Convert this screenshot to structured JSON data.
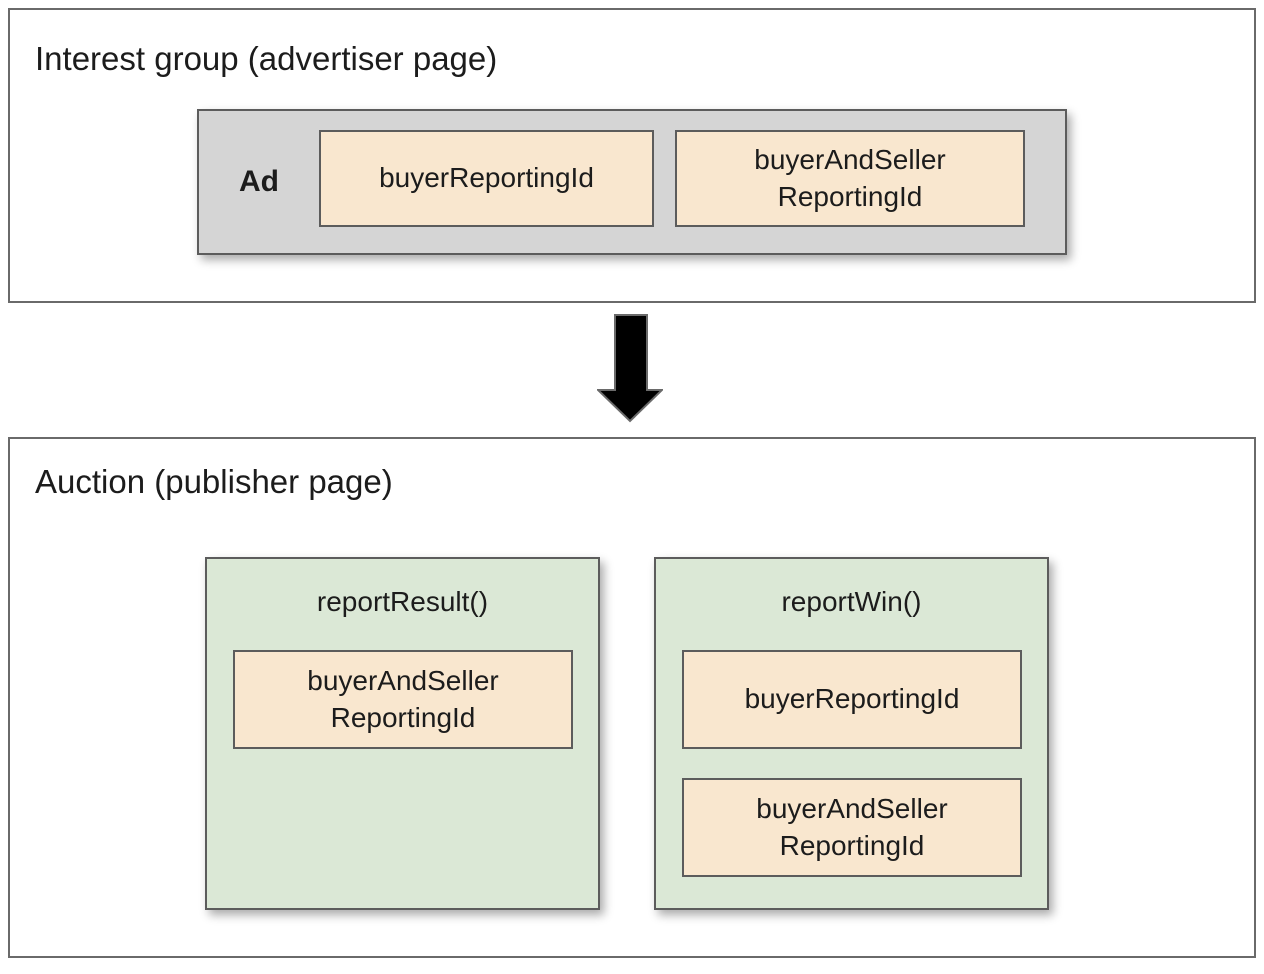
{
  "interest_group": {
    "title": "Interest group (advertiser page)",
    "ad": {
      "label": "Ad",
      "fields": [
        "buyerReportingId",
        "buyerAndSeller\nReportingId"
      ]
    }
  },
  "arrow": {
    "icon": "down-arrow"
  },
  "auction": {
    "title": "Auction (publisher page)",
    "functions": [
      {
        "name": "reportResult()",
        "fields": [
          "buyerAndSeller\nReportingId"
        ]
      },
      {
        "name": "reportWin()",
        "fields": [
          "buyerReportingId",
          "buyerAndSeller\nReportingId"
        ]
      }
    ]
  },
  "colors": {
    "background": "#ffffff",
    "ad_container_fill": "#d5d5d5",
    "field_fill": "#f9e7cf",
    "function_fill": "#dbe8d6",
    "inner_border": "#5c5c5c",
    "outer_border": "#6a6a6a",
    "arrow_fill": "#000000",
    "text": "#1c1c1c"
  }
}
